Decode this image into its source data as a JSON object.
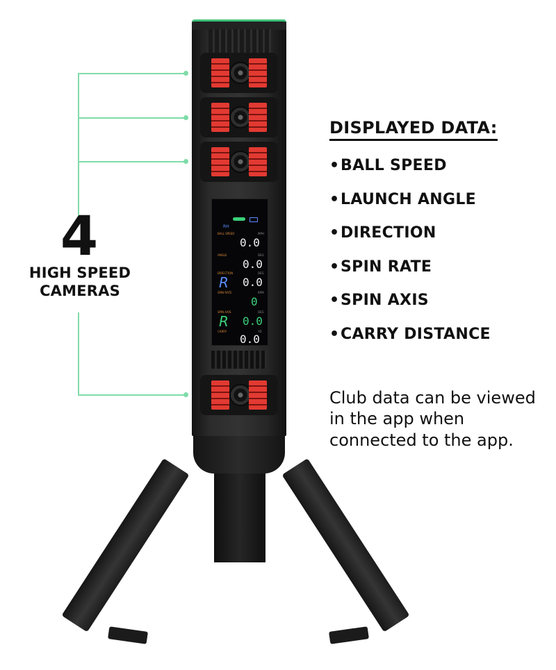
{
  "callout": {
    "count": "4",
    "label_line1": "HIGH SPEED",
    "label_line2": "CAMERAS",
    "accent_color": "#7fdca8"
  },
  "displayed_data": {
    "heading": "DISPLAYED DATA:",
    "bullet": "•",
    "items": [
      "BALL SPEED",
      "LAUNCH ANGLE",
      "DIRECTION",
      "SPIN RATE",
      "SPIN AXIS",
      "CARRY DISTANCE"
    ]
  },
  "club_note": "Club data can be viewed in the app when connected to the app.",
  "device": {
    "accent_color": "#3fc27a",
    "camera_glow_color": "#e23a32",
    "screen": {
      "hand": "RH",
      "ball_speed": {
        "label": "BALL SPEED",
        "unit": "MPH",
        "value": "0.0"
      },
      "angle": {
        "label": "ANGLE",
        "unit": "DEG",
        "value": "0.0"
      },
      "direction": {
        "label": "DIRECTION",
        "unit": "DEG",
        "value": "0.0",
        "side": "R"
      },
      "spin_rate": {
        "label": "SPIN RATE",
        "unit": "RPM",
        "value": "0"
      },
      "spin_axis": {
        "label": "SPIN AXIS",
        "unit": "DEG",
        "value": "0.0",
        "side": "R"
      },
      "carry": {
        "label": "CARRY",
        "unit": "YD",
        "value": "0.0"
      }
    }
  }
}
